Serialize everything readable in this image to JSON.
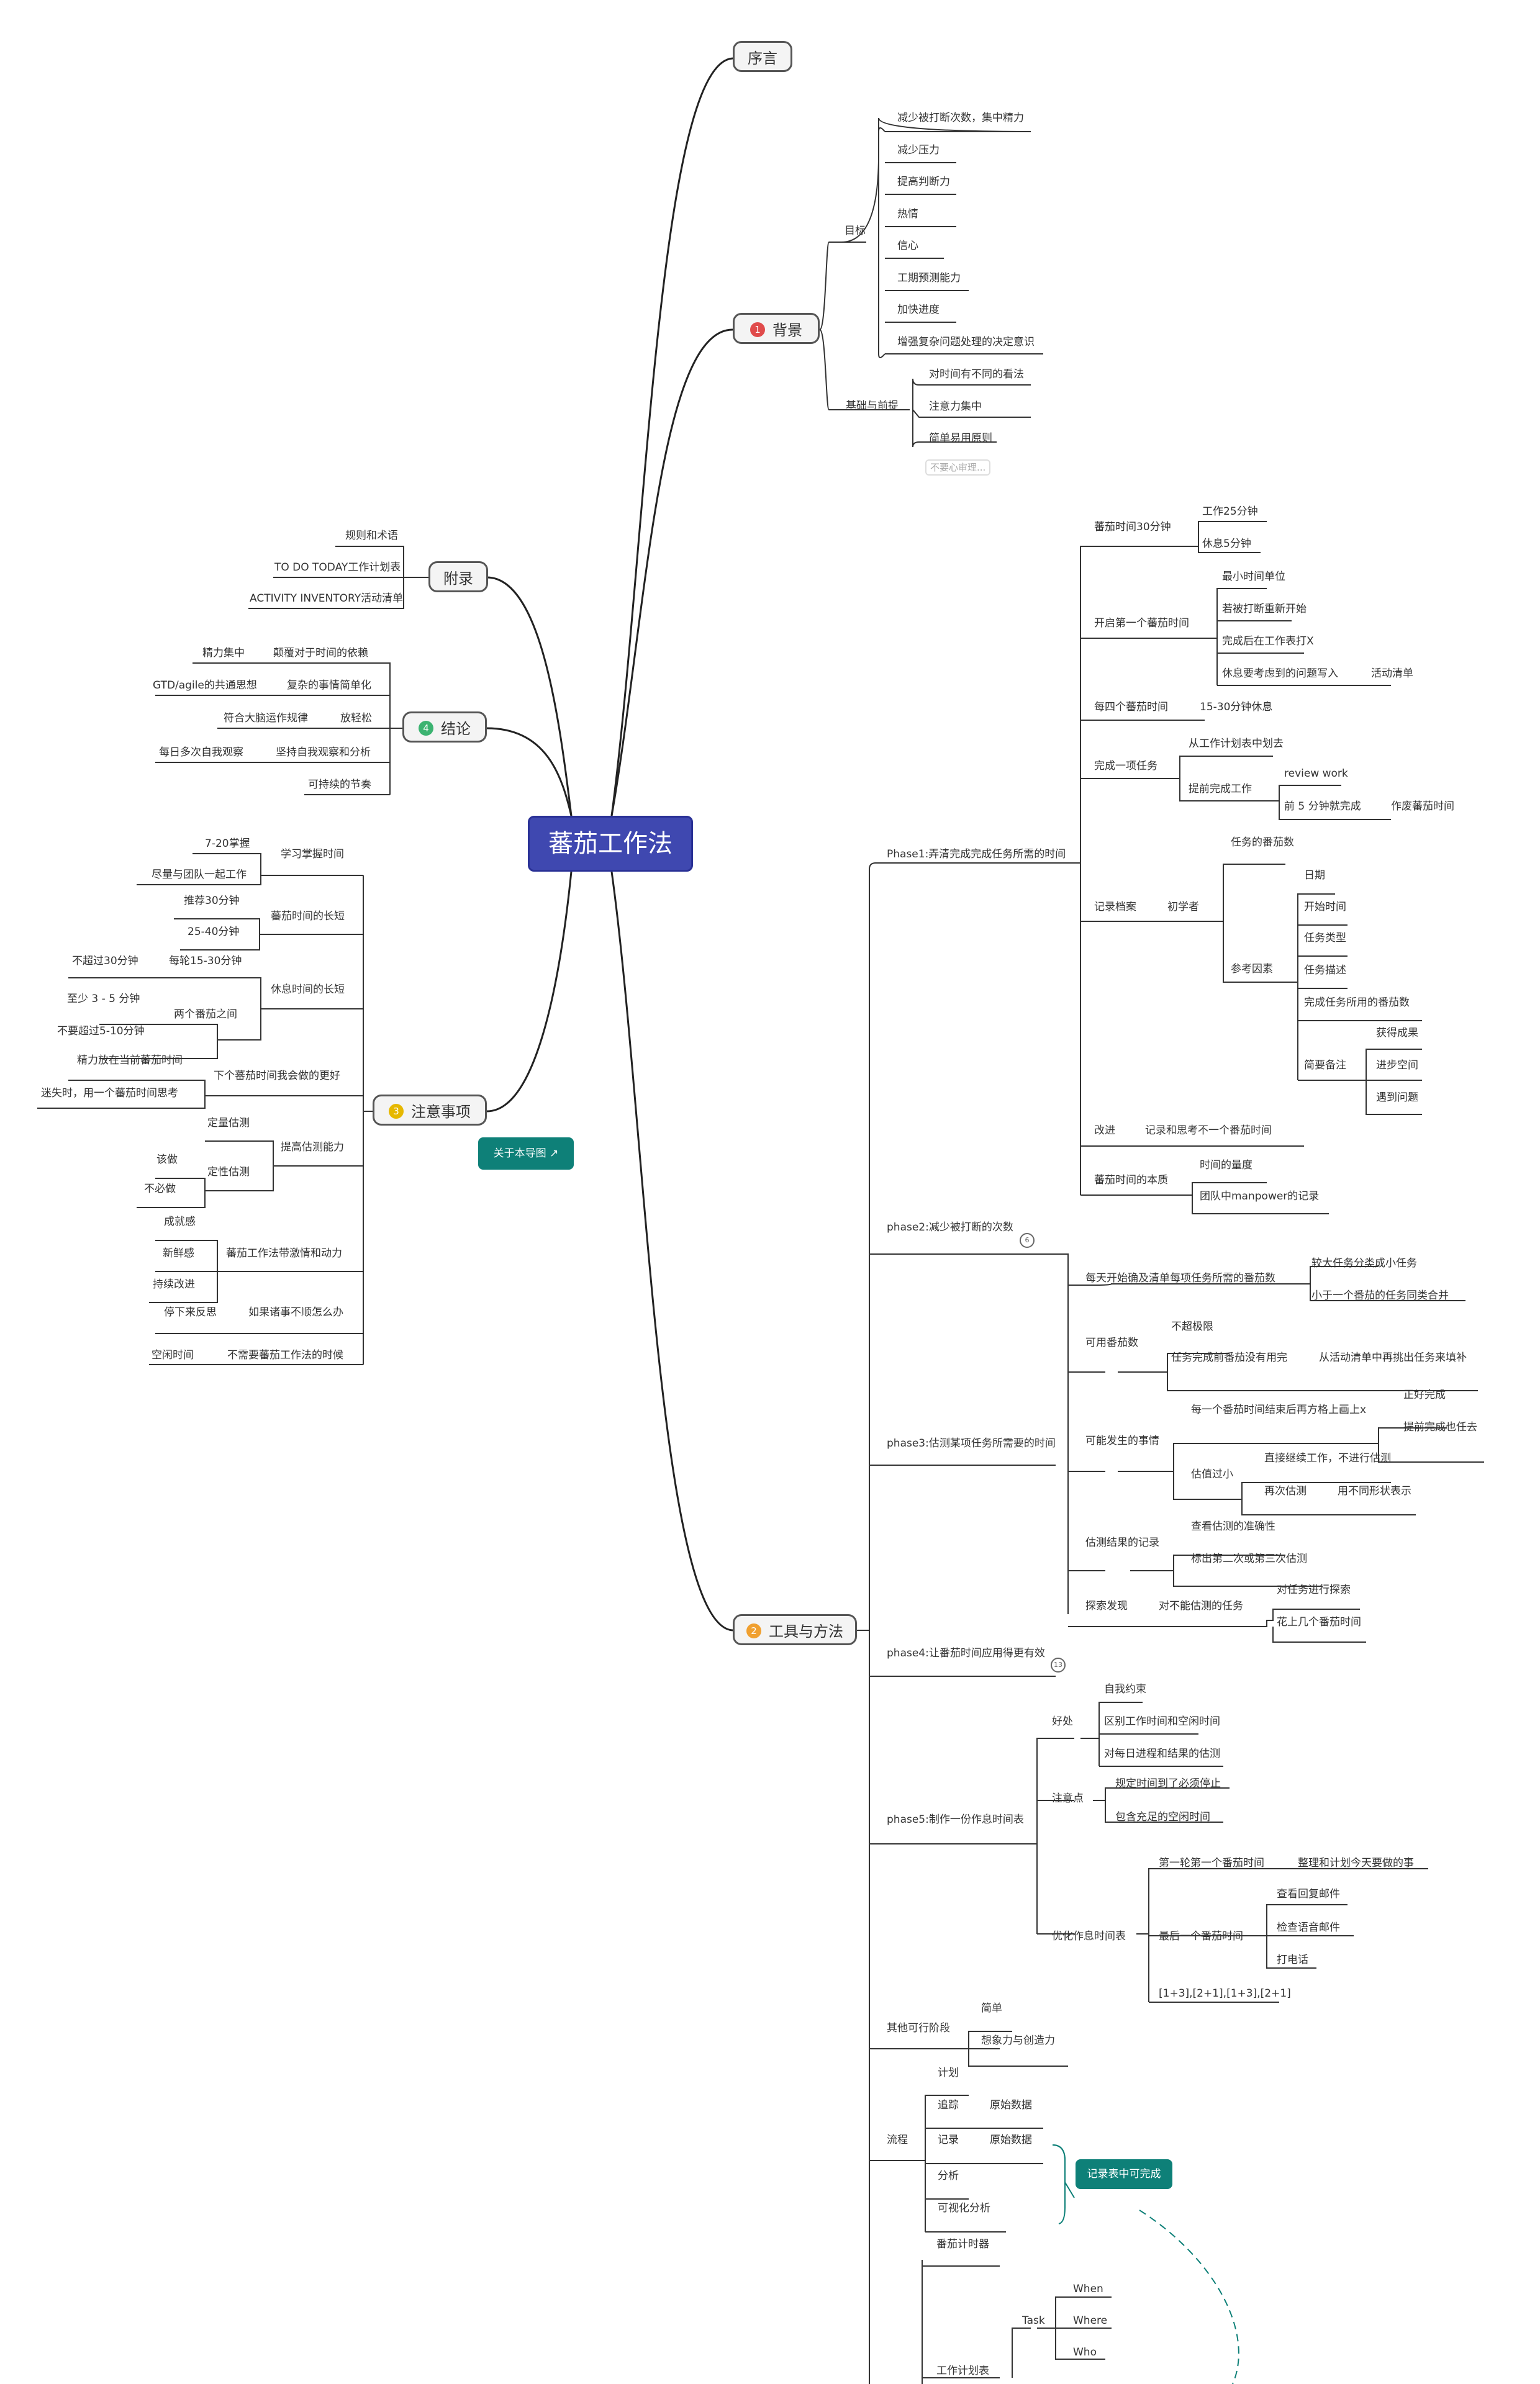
{
  "root": {
    "title": "蕃茄工作法"
  },
  "branches": {
    "preface": {
      "label": "序言"
    },
    "background": {
      "num": "1",
      "label": "背景",
      "badge_color": "#e04b4b",
      "goal": {
        "label": "目标",
        "items": [
          "减少被打断次数，集中精力",
          "减少压力",
          "提高判断力",
          "热情",
          "信心",
          "工期预测能力",
          "加快进度",
          "增强复杂问题处理的决定意识"
        ]
      },
      "basis": {
        "label": "基础与前提",
        "items": [
          "对时间有不同的看法",
          "注意力集中",
          "简单易用原则"
        ],
        "more": "不要心审理..."
      }
    },
    "appendix": {
      "label": "附录",
      "items": [
        "规则和术语",
        "TO DO TODAY工作计划表",
        "ACTIVITY INVENTORY活动清单"
      ]
    },
    "conclusion": {
      "num": "4",
      "label": "结论",
      "badge_color": "#3cb371",
      "items": [
        {
          "label": "颠覆对于时间的依赖",
          "child": "精力集中"
        },
        {
          "label": "复杂的事情简单化",
          "child": "GTD/agile的共通思想"
        },
        {
          "label": "放轻松",
          "child": "符合大脑运作规律"
        },
        {
          "label": "坚持自我观察和分析",
          "child": "每日多次自我观察"
        },
        {
          "label": "可持续的节奏",
          "child": ""
        }
      ]
    },
    "notes": {
      "num": "3",
      "label": "注意事项",
      "badge_color": "#e6b800",
      "groups": {
        "learn": {
          "label": "学习掌握时间",
          "items": [
            "7-20掌握",
            "尽量与团队一起工作"
          ]
        },
        "length": {
          "label": "蕃茄时间的长短",
          "items": [
            "推荐30分钟",
            "25-40分钟"
          ]
        },
        "rest": {
          "label": "休息时间的长短",
          "a": "每轮15-30分钟",
          "a_child": "不超过30分钟",
          "b": "两个番茄之间",
          "b_children": [
            "至少 3 - 5 分钟",
            "不要超过5-10分钟"
          ]
        },
        "next": {
          "label": "下个蕃茄时间我会做的更好",
          "items": [
            "精力放在当前蕃茄时间",
            "迷失时，用一个蕃茄时间思考"
          ]
        },
        "estimate": {
          "label": "提高估测能力",
          "a": "定量估测",
          "b": "定性估测",
          "b_children": [
            "该做",
            "不必做"
          ]
        },
        "motivation": {
          "label": "蕃茄工作法带激情和动力",
          "items": [
            "成就感",
            "新鲜感",
            "持续改进"
          ]
        },
        "stop": {
          "label": "如果诸事不顺怎么办",
          "child": "停下来反思"
        },
        "free": {
          "label": "不需要蕃茄工作法的时候",
          "child": "空闲时间"
        }
      }
    },
    "about": {
      "label": "关于本导图 ↗"
    },
    "tools": {
      "num": "2",
      "label": "工具与方法",
      "badge_color": "#f0a030",
      "phase1": {
        "label": "Phase1:弄清完成完成任务所需的时间",
        "a": {
          "label": "蕃茄时间30分钟",
          "items": [
            "工作25分钟",
            "休息5分钟"
          ]
        },
        "b": {
          "label": "开启第一个蕃茄时间",
          "items": [
            "最小时间单位",
            "若被打断重新开始",
            "完成后在工作表打X",
            "休息要考虑到的问题写入"
          ],
          "extra": "活动清单"
        },
        "c": {
          "label": "每四个蕃茄时间",
          "child": "15-30分钟休息"
        },
        "d": {
          "label": "完成一项任务",
          "x": "从工作计划表中划去",
          "y": "提前完成工作",
          "y_children": [
            "review work",
            "前 5 分钟就完成"
          ],
          "y_extra": "作废蕃茄时间"
        },
        "e": {
          "label": "记录档案",
          "sub": "初学者",
          "count": "任务的番茄数",
          "factors": "参考因素",
          "fitems": [
            "日期",
            "开始时间",
            "任务类型",
            "任务描述",
            "完成任务所用的番茄数"
          ],
          "notes": "简要备注",
          "nitems": [
            "获得成果",
            "进步空间",
            "遇到问题"
          ]
        },
        "f": {
          "label": "改进",
          "child": "记录和思考不一个番茄时间"
        },
        "g": {
          "label": "蕃茄时间的本质",
          "items": [
            "时间的量度",
            "团队中manpower的记录"
          ]
        }
      },
      "phase2": {
        "label": "phase2:减少被打断的次数",
        "count": "6"
      },
      "phase3": {
        "label": "phase3:估测某项任务所需要的时间",
        "a": {
          "label": "每天开始确及清单每项任务所需的番茄数",
          "items": [
            "较大任务分类成小任务",
            "小于一个番茄的任务同类合并"
          ]
        },
        "b": {
          "label": "可用番茄数",
          "items": [
            "不超极限",
            "任务完成前番茄没有用完"
          ],
          "extra": "从活动清单中再挑出任务来填补"
        },
        "c": {
          "label": "可能发生的事情",
          "x": "每一个番茄时间结束后再方格上画上x",
          "x_children": [
            "正好完成",
            "提前完成也任去"
          ],
          "y": "估值过小",
          "y_children": [
            "直接继续工作，不进行估测",
            "再次估测"
          ],
          "y_extra": "用不同形状表示"
        },
        "d": {
          "label": "估测结果的记录",
          "items": [
            "查看估测的准确性",
            "标出第二次或第三次估测"
          ]
        },
        "e": {
          "label": "探索发现",
          "sub": "对不能估测的任务",
          "items": [
            "对任务进行探索",
            "花上几个番茄时间"
          ]
        }
      },
      "phase4": {
        "label": "phase4:让番茄时间应用得更有效",
        "count": "13"
      },
      "phase5": {
        "label": "phase5:制作一份作息时间表",
        "a": {
          "label": "好处",
          "items": [
            "自我约束",
            "区别工作时间和空闲时间",
            "对每日进程和结果的估测"
          ]
        },
        "b": {
          "label": "注意点",
          "items": [
            "规定时间到了必须停止",
            "包含充足的空闲时间"
          ]
        },
        "c": {
          "label": "优化作息时间表",
          "x": "第一轮第一个番茄时间",
          "x_extra": "整理和计划今天要做的事",
          "y": "最后一个番茄时间",
          "y_children": [
            "查看回复邮件",
            "检查语音邮件",
            "打电话"
          ],
          "z": "[1+3],[2+1],[1+3],[2+1]"
        }
      },
      "other": {
        "label": "其他可行阶段",
        "items": [
          "简单",
          "想象力与创造力"
        ]
      },
      "flow": {
        "label": "流程",
        "items": [
          "计划",
          "追踪",
          "记录",
          "分析",
          "可视化分析"
        ],
        "raw1": "原始数据",
        "raw2": "原始数据",
        "callout": "记录表中可完成"
      },
      "timer": {
        "label": "番茄计时器"
      },
      "plan": {
        "label": "工作计划表",
        "task": "Task",
        "items": [
          "When",
          "Where",
          "Who"
        ]
      }
    }
  }
}
